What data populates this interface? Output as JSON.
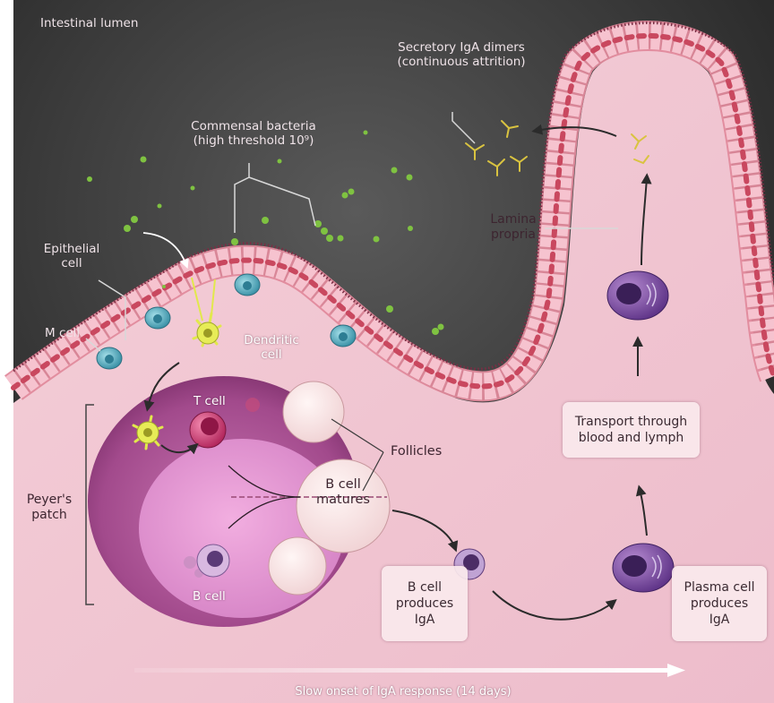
{
  "labels": {
    "lumen": "Intestinal lumen",
    "iga_dimers": [
      "Secretory IgA dimers",
      "(continuous attrition)"
    ],
    "commensal": [
      "Commensal bacteria",
      "(high threshold 10⁹)"
    ],
    "epithelial": [
      "Epithelial",
      "cell"
    ],
    "m_cell": "M cell",
    "dendritic": [
      "Dendritic",
      "cell"
    ],
    "t_cell": "T cell",
    "follicles": "Follicles",
    "b_cell_matures": [
      "B cell",
      "matures"
    ],
    "peyers": [
      "Peyer's",
      "patch"
    ],
    "b_cell": "B cell",
    "lamina": [
      "Lamina",
      "propria"
    ],
    "transport": [
      "Transport through",
      "blood and lymph"
    ],
    "b_produces": [
      "B cell",
      "produces",
      "IgA"
    ],
    "plasma_produces": [
      "Plasma cell",
      "produces",
      "IgA"
    ],
    "timeline": "Slow onset of IgA response (14 days)"
  },
  "colors": {
    "lumen": "#3a3a3a",
    "tissue": "#f2c9d3",
    "epithelium": "#e79aa9",
    "m_cell": "#5fb4c6",
    "bacteria": "#7fc241",
    "peyers_patch": "#a4488a",
    "plasma_cell": "#6a3f8e"
  }
}
